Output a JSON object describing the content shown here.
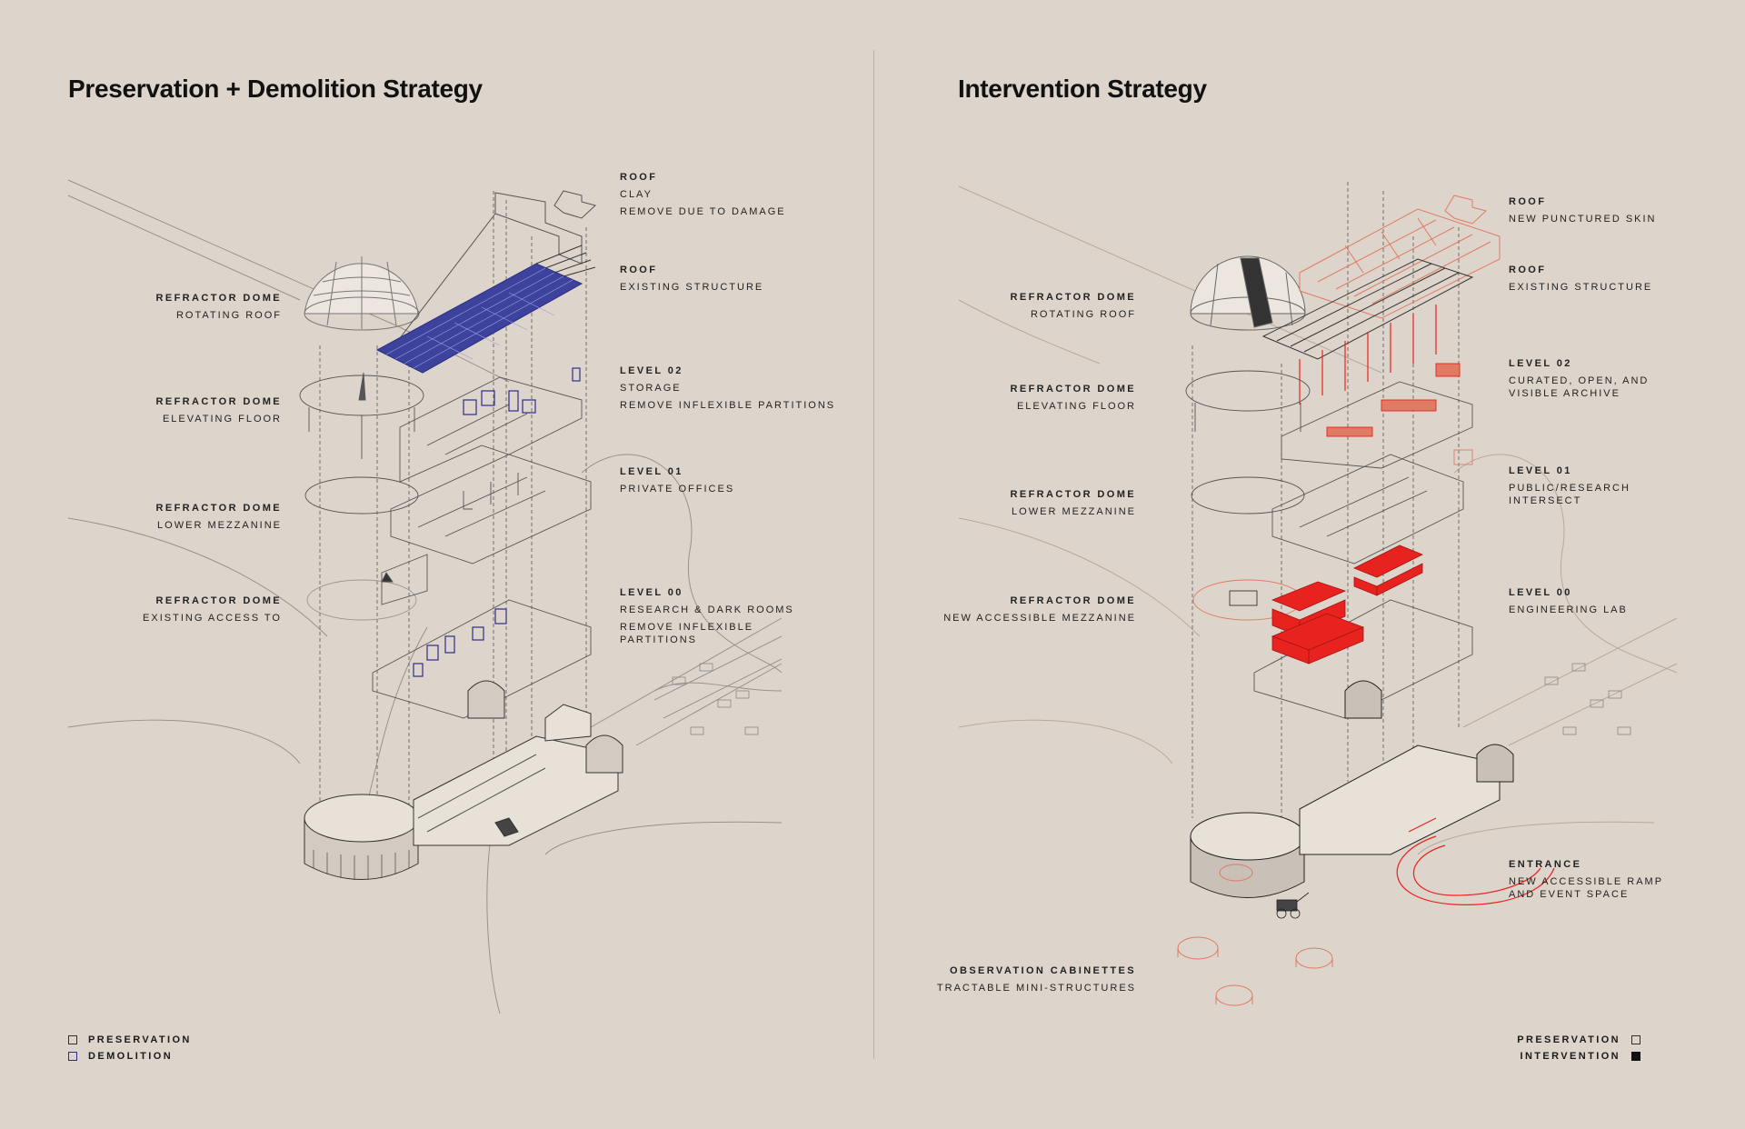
{
  "left": {
    "title": "Preservation + Demolition Strategy",
    "labels_right": [
      {
        "heading": "ROOF",
        "lines": [
          "CLAY",
          "REMOVE DUE TO DAMAGE"
        ]
      },
      {
        "heading": "ROOF",
        "lines": [
          "EXISTING STRUCTURE"
        ]
      },
      {
        "heading": "LEVEL 02",
        "lines": [
          "STORAGE",
          "REMOVE INFLEXIBLE PARTITIONS"
        ]
      },
      {
        "heading": "LEVEL 01",
        "lines": [
          "PRIVATE OFFICES"
        ]
      },
      {
        "heading": "LEVEL 00",
        "lines": [
          "RESEARCH & DARK ROOMS",
          "REMOVE INFLEXIBLE PARTITIONS"
        ]
      }
    ],
    "labels_left": [
      {
        "heading": "REFRACTOR DOME",
        "lines": [
          "ROTATING ROOF"
        ]
      },
      {
        "heading": "REFRACTOR DOME",
        "lines": [
          "ELEVATING FLOOR"
        ]
      },
      {
        "heading": "REFRACTOR DOME",
        "lines": [
          "LOWER MEZZANINE"
        ]
      },
      {
        "heading": "REFRACTOR DOME",
        "lines": [
          "EXISTING ACCESS TO"
        ]
      }
    ],
    "legend": [
      {
        "label": "PRESERVATION",
        "color": "#333333"
      },
      {
        "label": "DEMOLITION",
        "color": "#2b2f86"
      }
    ]
  },
  "right": {
    "title": "Intervention Strategy",
    "labels_right": [
      {
        "heading": "ROOF",
        "lines": [
          "NEW PUNCTURED SKIN"
        ]
      },
      {
        "heading": "ROOF",
        "lines": [
          "EXISTING STRUCTURE"
        ]
      },
      {
        "heading": "LEVEL 02",
        "lines": [
          "CURATED, OPEN, AND VISIBLE ARCHIVE"
        ]
      },
      {
        "heading": "LEVEL 01",
        "lines": [
          "PUBLIC/RESEARCH INTERSECT"
        ]
      },
      {
        "heading": "LEVEL 00",
        "lines": [
          "ENGINEERING LAB"
        ]
      },
      {
        "heading": "ENTRANCE",
        "lines": [
          "NEW ACCESSIBLE RAMP AND EVENT SPACE"
        ]
      }
    ],
    "labels_left": [
      {
        "heading": "REFRACTOR DOME",
        "lines": [
          "ROTATING ROOF"
        ]
      },
      {
        "heading": "REFRACTOR DOME",
        "lines": [
          "ELEVATING FLOOR"
        ]
      },
      {
        "heading": "REFRACTOR DOME",
        "lines": [
          "LOWER MEZZANINE"
        ]
      },
      {
        "heading": "REFRACTOR DOME",
        "lines": [
          "NEW ACCESSIBLE MEZZANINE"
        ]
      },
      {
        "heading": "OBSERVATION CABINETTES",
        "lines": [
          "TRACTABLE MINI-STRUCTURES"
        ]
      }
    ],
    "legend": [
      {
        "label": "PRESERVATION",
        "color": "#333333"
      },
      {
        "label": "INTERVENTION",
        "color": "#111111"
      }
    ]
  },
  "colors": {
    "background": "#ddd5cb",
    "linework": "#4a4a4a",
    "context": "#9a928a",
    "demolition": "#2b2f86",
    "intervention": "#e8231f",
    "intervention_light": "#e07a62"
  }
}
